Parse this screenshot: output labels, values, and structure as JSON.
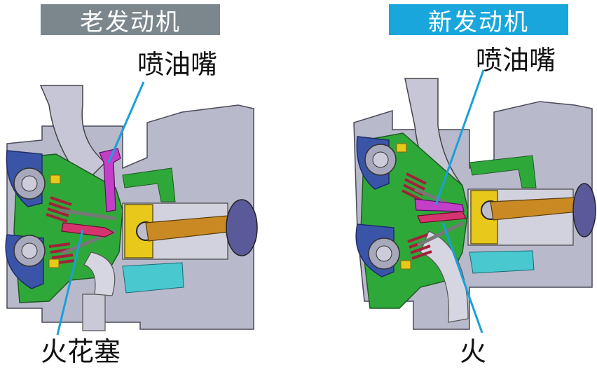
{
  "panels": {
    "old": {
      "title": "老发动机",
      "injector_label": "喷油嘴",
      "spark_plug_label": "火花塞"
    },
    "new": {
      "title": "新发动机",
      "injector_label": "喷油嘴",
      "spark_plug_label": "火"
    }
  },
  "colors": {
    "old_title_bg": "#7b878d",
    "new_title_bg": "#18a6dc",
    "leader_line": "#1aa0da",
    "block_gray": "#b9b9cc",
    "head_green": "#2fa83a",
    "valve_red": "#c63a52",
    "injector_magenta": "#c23fc7",
    "piston_yellow": "#e8c81a",
    "rod_orange": "#c98a24",
    "coolant_cyan": "#49c8d0",
    "bolt_blue": "#2a3fa0"
  }
}
